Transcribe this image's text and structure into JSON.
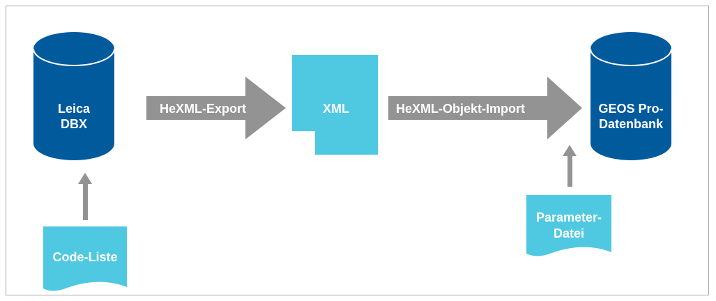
{
  "diagram": {
    "source_db": {
      "line1": "Leica",
      "line2": "DBX"
    },
    "export_arrow": {
      "label": "HeXML-Export"
    },
    "xml_doc": {
      "label": "XML"
    },
    "import_arrow": {
      "label": "HeXML-Objekt-Import"
    },
    "target_db": {
      "line1": "GEOS Pro-",
      "line2": "Datenbank"
    },
    "code_list": {
      "label": "Code-Liste"
    },
    "param_file": {
      "line1": "Parameter-",
      "line2": "Datei"
    }
  },
  "colors": {
    "db_blue": "#005a9c",
    "doc_cyan": "#4fc8e1",
    "arrow_gray": "#939393",
    "frame_gray": "#a7a7a7"
  }
}
